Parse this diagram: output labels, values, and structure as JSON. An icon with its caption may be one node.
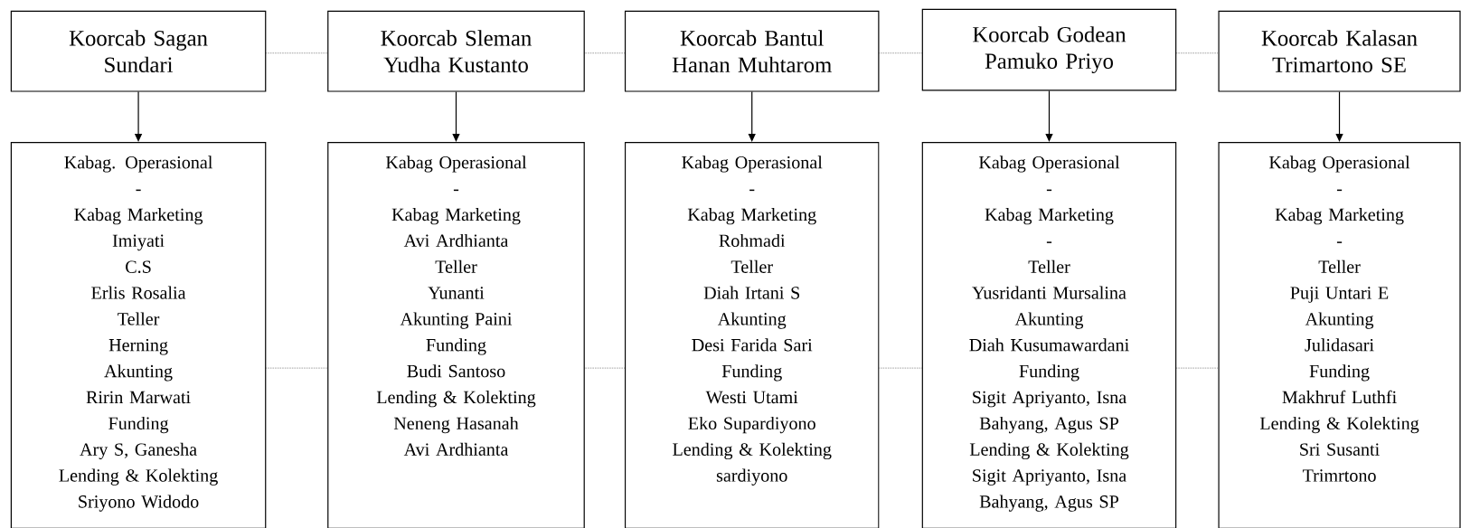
{
  "diagram": {
    "nodes": [
      {
        "text": [
          "Koorcab Sagan",
          "Sundari"
        ]
      },
      {
        "text": [
          "Koorcab Sleman",
          "Yudha Kustanto"
        ]
      },
      {
        "text": [
          "Koorcab Bantul",
          "Hanan Muhtarom"
        ]
      },
      {
        "text": [
          "Koorcab Godean",
          "Pamuko Priyo"
        ]
      },
      {
        "text": [
          "Koorcab Kalasan",
          "Trimartono SE"
        ]
      },
      {
        "text": [
          "Kabag. Operasional",
          "-",
          "Kabag Marketing",
          "Imiyati",
          "C.S",
          "Erlis Rosalia",
          "Teller",
          "Herning",
          "Akunting",
          "Ririn Marwati",
          "Funding",
          "Ary S, Ganesha",
          "Lending & Kolekting",
          "Sriyono Widodo"
        ]
      },
      {
        "text": [
          "Kabag Operasional",
          "-",
          "Kabag Marketing",
          "Avi Ardhianta",
          "Teller",
          "Yunanti",
          "Akunting Paini",
          "Funding",
          "Budi Santoso",
          "Lending & Kolekting",
          "Neneng Hasanah",
          "Avi Ardhianta"
        ]
      },
      {
        "text": [
          "Kabag Operasional",
          "-",
          "Kabag Marketing",
          "Rohmadi",
          "Teller",
          "Diah Irtani S",
          "Akunting",
          "Desi Farida Sari",
          "Funding",
          "Westi Utami",
          "Eko Supardiyono",
          "Lending & Kolekting",
          "sardiyono"
        ]
      },
      {
        "text": [
          "Kabag Operasional",
          "-",
          "Kabag Marketing",
          "-",
          "Teller",
          "Yusridanti Mursalina",
          "Akunting",
          "Diah Kusumawardani",
          "Funding",
          "Sigit Apriyanto, Isna Bahyang, Agus SP",
          "Lending & Kolekting",
          "Sigit Apriyanto, Isna Bahyang, Agus SP"
        ]
      },
      {
        "text": [
          "Kabag Operasional",
          "-",
          "Kabag Marketing",
          "-",
          "Teller",
          "Puji Untari E",
          "Akunting",
          "Julidasari",
          "Funding",
          "Makhruf Luthfi",
          "Lending & Kolekting",
          "Sri Susanti",
          "Trimrtono"
        ]
      }
    ],
    "edges": [
      {
        "from": 0,
        "to": 5,
        "arrow": "to"
      },
      {
        "from": 1,
        "to": 6,
        "arrow": "to"
      },
      {
        "from": 2,
        "to": 7,
        "arrow": "to"
      },
      {
        "from": 3,
        "to": 8,
        "arrow": "to"
      },
      {
        "from": 4,
        "to": 9,
        "arrow": "to"
      },
      {
        "from": 0,
        "to": 1,
        "arrow": "none",
        "style": "dashed"
      },
      {
        "from": 1,
        "to": 2,
        "arrow": "none",
        "style": "dashed"
      },
      {
        "from": 2,
        "to": 3,
        "arrow": "none",
        "style": "dashed"
      },
      {
        "from": 3,
        "to": 4,
        "arrow": "none",
        "style": "dashed"
      },
      {
        "from": 5,
        "to": 6,
        "arrow": "none",
        "style": "dashed"
      },
      {
        "from": 6,
        "to": 7,
        "arrow": "none",
        "style": "dashed"
      },
      {
        "from": 7,
        "to": 8,
        "arrow": "none",
        "style": "dashed"
      },
      {
        "from": 8,
        "to": 9,
        "arrow": "none",
        "style": "dashed"
      }
    ]
  }
}
